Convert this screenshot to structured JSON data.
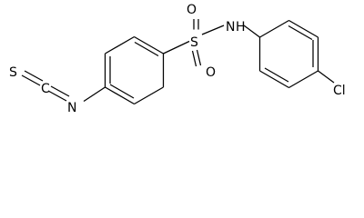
{
  "molecule": {
    "atoms": {
      "sulfur_terminal": "S",
      "carbon_isothiocyanate": "C",
      "nitrogen_isothiocyanate": "N",
      "sulfonyl_sulfur": "S",
      "sulfonyl_oxygen_top": "O",
      "sulfonyl_oxygen_bottom": "O",
      "amide_nitrogen": "N",
      "amide_hydrogen": "H",
      "chlorine": "Cl"
    }
  }
}
